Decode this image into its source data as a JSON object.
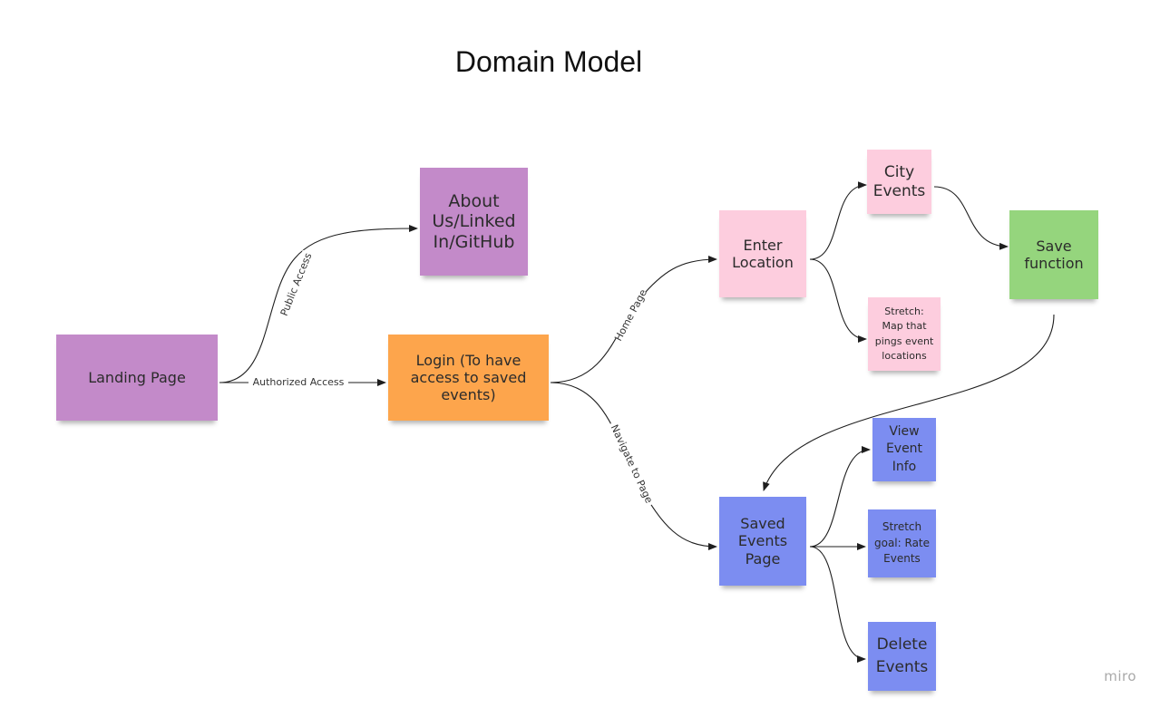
{
  "title": "Domain Model",
  "colors": {
    "purple": "#c38ac9",
    "orange": "#fda54c",
    "pink": "#fdcdde",
    "green": "#95d57d",
    "blue": "#7c8df1",
    "connector": "#1e1e1e"
  },
  "nodes": {
    "landing": {
      "label": "Landing Page",
      "color": "purple"
    },
    "about": {
      "label": "About Us/Linked In/GitHub",
      "color": "purple"
    },
    "login": {
      "label": "Login (To have access to saved events)",
      "color": "orange"
    },
    "enter_location": {
      "label": "Enter Location",
      "color": "pink"
    },
    "city_events": {
      "label": "City Events",
      "color": "pink"
    },
    "stretch_map": {
      "label": "Stretch: Map that pings event locations",
      "color": "pink"
    },
    "save_function": {
      "label": "Save function",
      "color": "green"
    },
    "saved_events": {
      "label": "Saved Events Page",
      "color": "blue"
    },
    "view_event_info": {
      "label": "View Event Info",
      "color": "blue"
    },
    "stretch_rate": {
      "label": "Stretch goal: Rate Events",
      "color": "blue"
    },
    "delete_events": {
      "label": "Delete Events",
      "color": "blue"
    }
  },
  "edges": [
    {
      "from": "landing",
      "to": "about",
      "label": "Public Access"
    },
    {
      "from": "landing",
      "to": "login",
      "label": "Authorized Access"
    },
    {
      "from": "login",
      "to": "enter_location",
      "label": "Home Page"
    },
    {
      "from": "login",
      "to": "saved_events",
      "label": "Navigate to Page"
    },
    {
      "from": "enter_location",
      "to": "city_events",
      "label": ""
    },
    {
      "from": "enter_location",
      "to": "stretch_map",
      "label": ""
    },
    {
      "from": "city_events",
      "to": "save_function",
      "label": ""
    },
    {
      "from": "save_function",
      "to": "saved_events",
      "label": ""
    },
    {
      "from": "saved_events",
      "to": "view_event_info",
      "label": ""
    },
    {
      "from": "saved_events",
      "to": "stretch_rate",
      "label": ""
    },
    {
      "from": "saved_events",
      "to": "delete_events",
      "label": ""
    }
  ],
  "watermark": "miro"
}
